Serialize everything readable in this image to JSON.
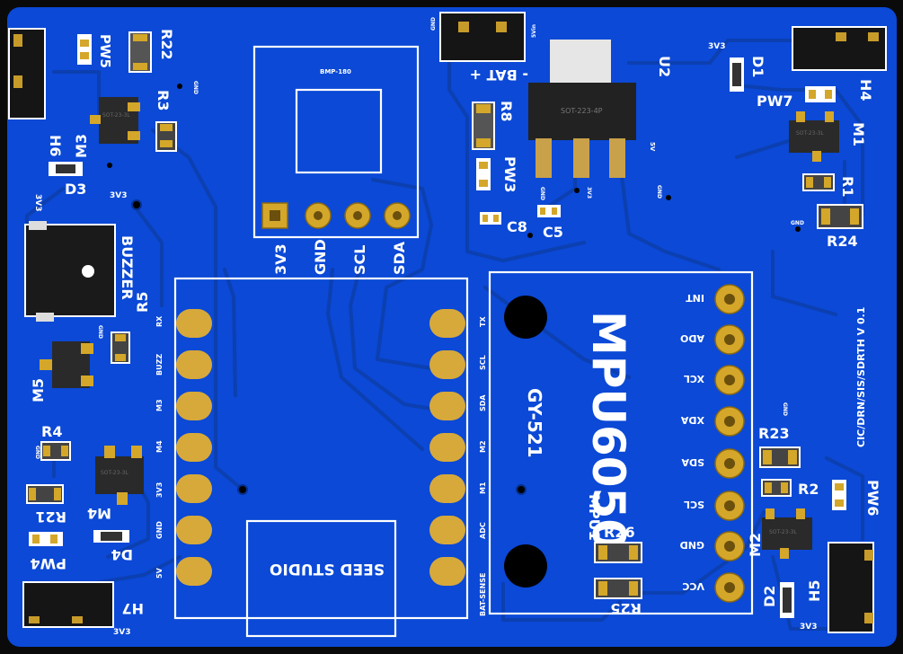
{
  "board": {
    "version_text": "CIC/DRN/SIS/SDRTH V 0.1",
    "colors": {
      "pcb": "#0b49d6",
      "edge": "#0a0a0a",
      "silk": "#ffffff",
      "gold": "#d4a72a",
      "trace": "#0c3fb0"
    }
  },
  "labels": {
    "h6": "H6",
    "m3": "M3",
    "d3": "D3",
    "pw5": "PW5",
    "r22": "R22",
    "r3": "R3",
    "gnd": "GND",
    "v3v3": "3V3",
    "buzzer": "BUZZER",
    "r5": "R5",
    "m5": "M5",
    "r4": "R4",
    "m4": "M4",
    "r21": "R21",
    "pw4": "PW4",
    "d4": "D4",
    "h7": "H7",
    "bat_gnd": "GND",
    "bat_5vin": "5Vin",
    "bat": "-  BAT  +",
    "r8": "R8",
    "pw3": "PW3",
    "c8": "C8",
    "c5": "C5",
    "u2": "U2",
    "u2_pkg": "SOT-223-4P",
    "v5": "5V",
    "d1": "D1",
    "h4": "H4",
    "pw7": "PW7",
    "m1": "M1",
    "r1": "R1",
    "r24": "R24",
    "r23": "R23",
    "r2": "R2",
    "pw6": "PW6",
    "m2": "M2",
    "d2": "D2",
    "h5": "H5",
    "r26": "R26",
    "r25": "R25"
  },
  "bmp": {
    "name": "BMP-180",
    "pins": [
      "3V3",
      "GND",
      "SCL",
      "SDA"
    ]
  },
  "mcu": {
    "left_pins": [
      "RX",
      "BUZZ",
      "M3",
      "M4",
      "3V3",
      "GND",
      "5V"
    ],
    "right_pins": [
      "TX",
      "SCL",
      "SDA",
      "M2",
      "M1",
      "ADC",
      "BAT-SENSE"
    ],
    "brand": "SEED STUDIO"
  },
  "mpu": {
    "title": "MPU6050",
    "subtitle": "GY-521",
    "ref": "MPU1",
    "pins": [
      "INT",
      "ADO",
      "XCL",
      "XDA",
      "SDA",
      "SCL",
      "GND",
      "VCC"
    ]
  },
  "chip_marks": {
    "sot23": "SOT-23-3L"
  }
}
